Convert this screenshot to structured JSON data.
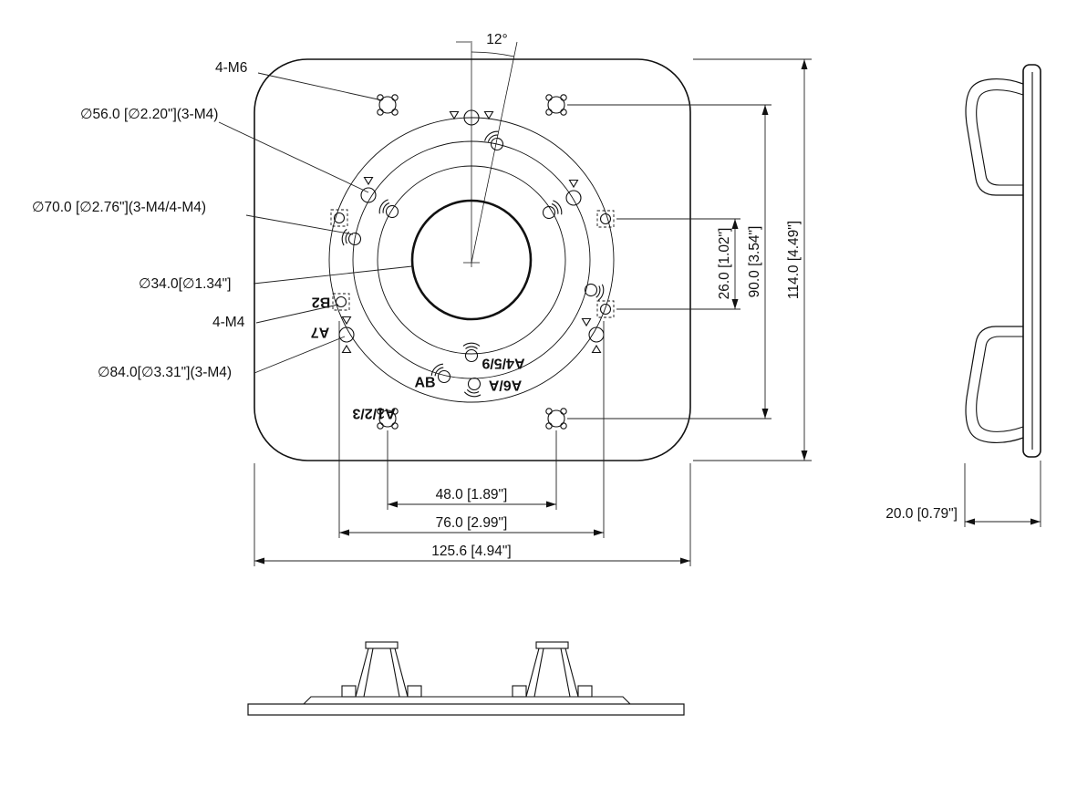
{
  "front_view": {
    "angle_dim": "12°",
    "callouts": {
      "m6": "4-M6",
      "d56": "∅56.0 [∅2.20\"](3-M4)",
      "d70": "∅70.0 [∅2.76\"](3-M4/4-M4)",
      "d34": "∅34.0[∅1.34\"]",
      "m4": "4-M4",
      "d84": "∅84.0[∅3.31\"](3-M4)"
    },
    "plate_markings": {
      "b2": "B2",
      "a7": "A7",
      "a123": "A1/2/3",
      "ab": "AB",
      "a459": "A4/5/9",
      "a6a": "A6/A"
    },
    "dimensions": {
      "right_inner": "26.0 [1.02\"]",
      "right_mid": "90.0 [3.54\"]",
      "right_outer": "114.0 [4.49\"]",
      "bottom_inner": "48.0 [1.89\"]",
      "bottom_mid": "76.0 [2.99\"]",
      "bottom_outer": "125.6 [4.94\"]"
    }
  },
  "side_view": {
    "depth_dim": "20.0 [0.79\"]"
  }
}
